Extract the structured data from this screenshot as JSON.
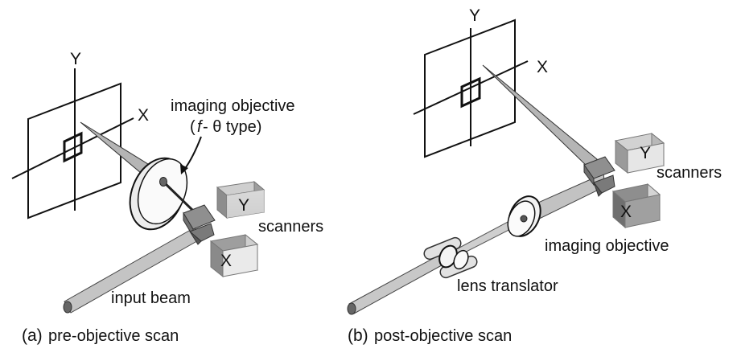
{
  "panel_a": {
    "caption_tag": "(a)",
    "caption_text": "pre-objective scan",
    "axis_y": "Y",
    "axis_x": "X",
    "objective_label_line1": "imaging objective",
    "objective_label_f": "f",
    "objective_label_rest": " - θ type)",
    "scanner_y_label": "Y",
    "scanner_x_label": "X",
    "scanners_label": "scanners",
    "beam_label": "input beam"
  },
  "panel_b": {
    "caption_tag": "(b)",
    "caption_text": "post-objective scan",
    "axis_y": "Y",
    "axis_x": "X",
    "scanner_y_label": "Y",
    "scanner_x_label": "X",
    "scanners_label": "scanners",
    "objective_label": "imaging objective",
    "translator_label": "lens translator"
  }
}
